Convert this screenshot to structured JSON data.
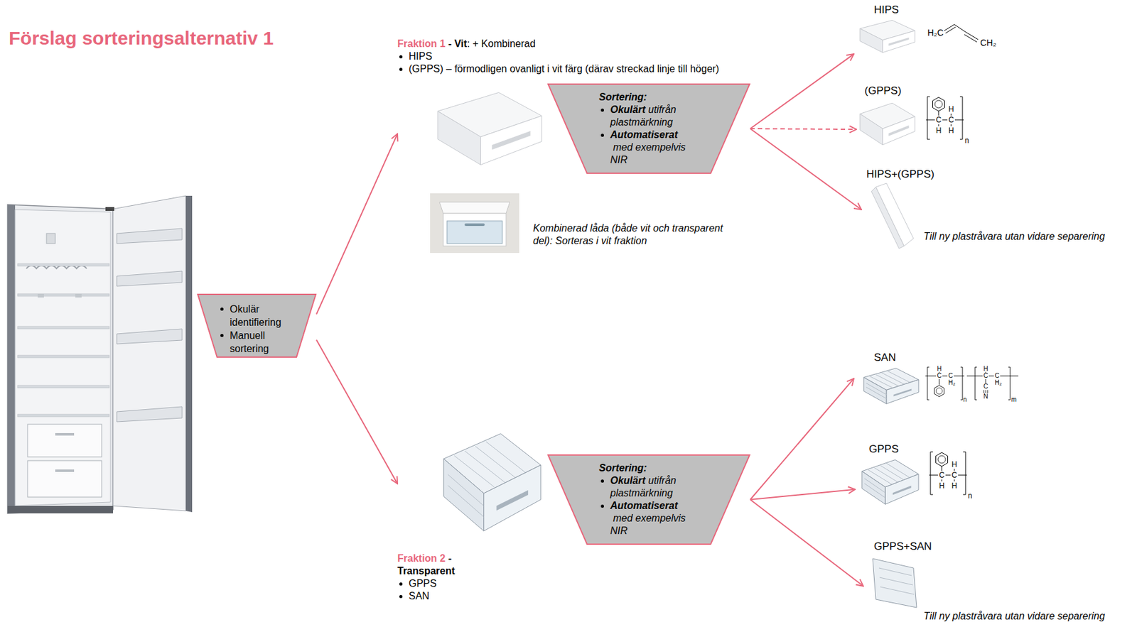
{
  "diagram": {
    "title": "Förslag sorteringsalternativ 1",
    "nodes": [
      {
        "text": [
          "Okulär identifiering",
          "Manuell sortering"
        ]
      },
      {
        "text": [
          "Fraktion 1",
          "- Vit",
          ": + Kombinerad",
          "HIPS",
          "(GPPS) – förmodligen ovanligt i vit färg (därav streckad linje till höger)"
        ]
      },
      {
        "text": [
          "Sortering:",
          "Okulärt",
          "utifrån plastmärkning",
          "Automatiserat",
          "med exempelvis NIR"
        ]
      },
      {
        "text": [
          "Kombinerad låda (både vit och transparent del): Sorteras i vit fraktion"
        ]
      },
      {
        "text": [
          "HIPS"
        ]
      },
      {
        "text": [
          "(GPPS)"
        ]
      },
      {
        "text": [
          "HIPS+(GPPS)"
        ]
      },
      {
        "text": [
          "Fraktion 2",
          "- Transparent",
          "GPPS",
          "SAN"
        ]
      },
      {
        "text": [
          "Sortering:",
          "Okulärt",
          "utifrån plastmärkning",
          "Automatiserat",
          "med exempelvis NIR"
        ]
      },
      {
        "text": [
          "SAN"
        ]
      },
      {
        "text": [
          "GPPS"
        ]
      },
      {
        "text": [
          "GPPS+SAN"
        ]
      }
    ],
    "edges": [
      {
        "from": 0,
        "to": 1,
        "arrow": "to"
      },
      {
        "from": 0,
        "to": 7,
        "arrow": "to"
      },
      {
        "from": 2,
        "to": 4,
        "arrow": "to"
      },
      {
        "from": 2,
        "to": 5,
        "arrow": "to"
      },
      {
        "from": 2,
        "to": 6,
        "arrow": "to"
      },
      {
        "from": 8,
        "to": 9,
        "arrow": "to"
      },
      {
        "from": 8,
        "to": 10,
        "arrow": "to"
      },
      {
        "from": 8,
        "to": 11,
        "arrow": "to"
      }
    ],
    "labels": [
      "H₂C",
      "CH₂",
      "H",
      "C",
      "C",
      "H",
      "H",
      "n",
      "Till ny plastråvara utan vidare separering",
      "H",
      "C",
      "C",
      "H₂",
      "n",
      "H",
      "C",
      "C",
      "H₂",
      "C",
      "N",
      "m",
      "H",
      "C",
      "C",
      "H",
      "H",
      "n",
      "Till ny plastråvara utan vidare separering"
    ]
  }
}
